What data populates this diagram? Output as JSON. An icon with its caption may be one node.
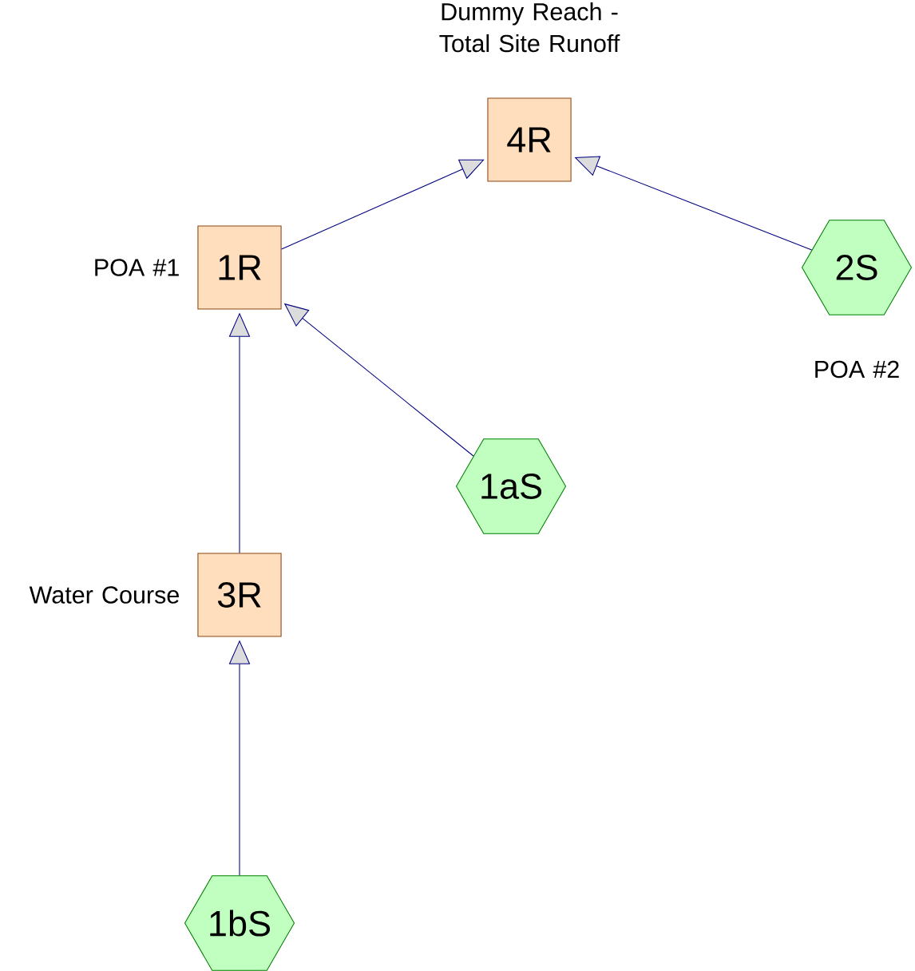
{
  "diagram": {
    "nodes": [
      {
        "text": [
          "4R"
        ],
        "beside": [
          "Dummy Reach - Total Site Runoff"
        ]
      },
      {
        "text": [
          "1R"
        ],
        "beside": [
          "POA #1"
        ]
      },
      {
        "text": [
          "2S"
        ],
        "beside": [
          "POA #2"
        ]
      },
      {
        "text": [
          "1aS"
        ]
      },
      {
        "text": [
          "3R"
        ],
        "beside": [
          "Water Course"
        ]
      },
      {
        "text": [
          "1bS"
        ]
      }
    ],
    "edges": [
      {
        "from": 1,
        "to": 0,
        "arrow": "to"
      },
      {
        "from": 2,
        "to": 0,
        "arrow": "to"
      },
      {
        "from": 3,
        "to": 1,
        "arrow": "to"
      },
      {
        "from": 4,
        "to": 1,
        "arrow": "to"
      },
      {
        "from": 5,
        "to": 4,
        "arrow": "to"
      }
    ]
  }
}
